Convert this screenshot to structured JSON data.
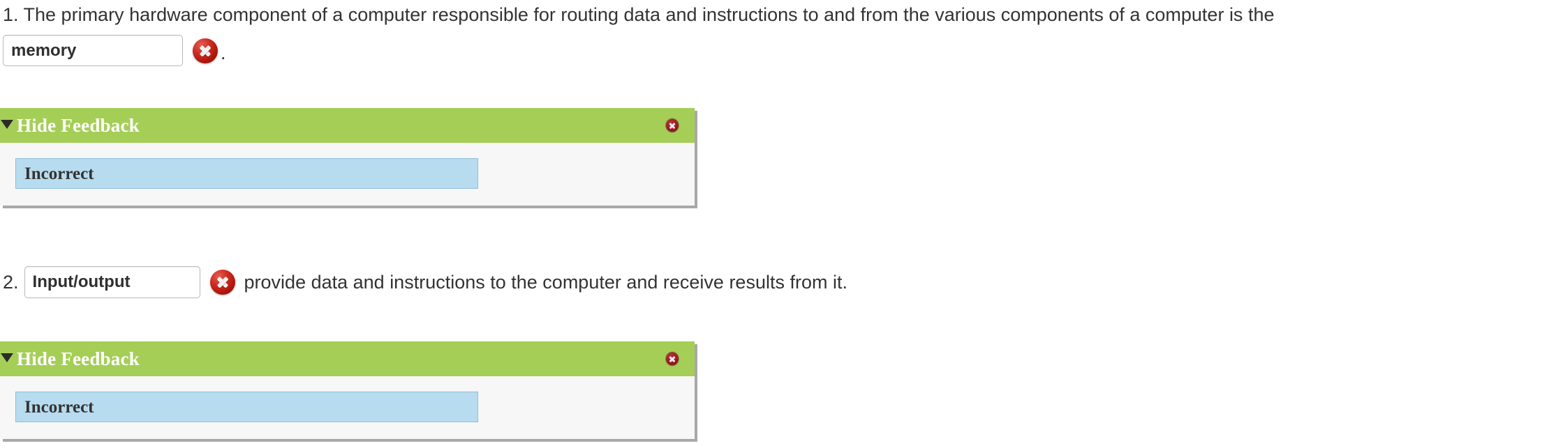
{
  "page": {
    "background": "#ffffff",
    "accent_green": "#a5ce57",
    "feedback_blue": "#b8dcef",
    "error_red": "#b01007",
    "text_color": "#333333"
  },
  "questions": [
    {
      "number": "1.",
      "prompt_before": "1. The primary hardware component of a computer responsible for routing data and instructions to and from the various components of a computer is the",
      "answer_value": "memory",
      "answer_placeholder": "",
      "status_icon": "error-x-icon",
      "trailing_text": ".",
      "prompt_after": "",
      "feedback": {
        "toggle_label": "Hide Feedback",
        "caret_icon": "caret-down-icon",
        "close_icon": "close-icon",
        "message": "Incorrect"
      }
    },
    {
      "number": "2.",
      "prompt_before": "",
      "answer_value": "Input/output",
      "answer_placeholder": "",
      "status_icon": "error-x-icon",
      "trailing_text": "",
      "prompt_after": "provide data and instructions to the computer and receive results from it.",
      "feedback": {
        "toggle_label": "Hide Feedback",
        "caret_icon": "caret-down-icon",
        "close_icon": "close-icon",
        "message": "Incorrect"
      }
    }
  ]
}
